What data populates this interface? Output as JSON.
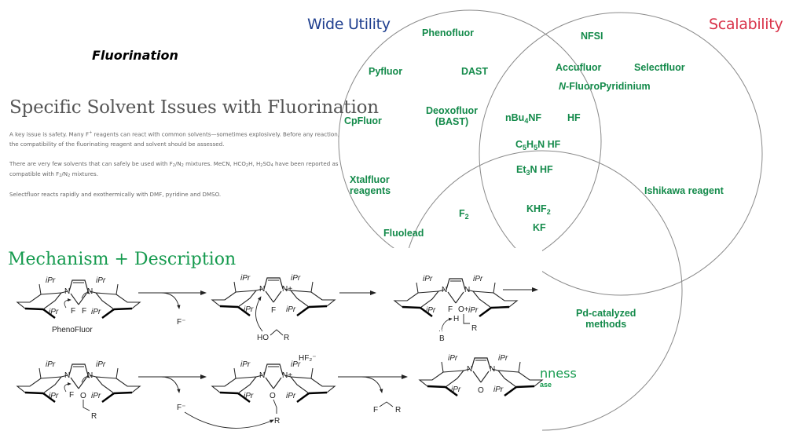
{
  "page": {
    "topic_label": "Fluorination",
    "section_title": "Specific Solvent Issues with Fluorination",
    "paragraphs": [
      {
        "parts": [
          "A key issue is safety. Many F",
          "+",
          " reagents can react with common solvents—sometimes explosively. Before any reaction, the compatibility of the fluorinating reagent and solvent should be assessed."
        ]
      },
      {
        "parts": [
          "There are very few solvents that can safely be used with F",
          "2",
          "/N",
          "2",
          " mixtures. MeCN, HCO",
          "2",
          "H, H",
          "2",
          "SO",
          "4",
          " have been reported as compatible with F",
          "2",
          "/N",
          "2",
          " mixtures."
        ]
      },
      {
        "text": "Selectfluor reacts rapidly and exothermically with DMF, pyridine and DMSO."
      }
    ],
    "mechanism_title": "Mechanism + Description",
    "partial_heading": "nness",
    "partial_subheading": "ase"
  },
  "venn": {
    "sets": [
      {
        "name": "Wide Utility",
        "color": "#1f3f8f"
      },
      {
        "name": "Scalability",
        "color": "#d9334a"
      }
    ],
    "reagent_color": "#138a4a",
    "reagents": {
      "phenofluor": "Phenofluor",
      "pyfluor": "Pyfluor",
      "dast": "DAST",
      "cpfluor": "CpFluor",
      "deoxofluor_1": "Deoxofluor",
      "deoxofluor_2": "(BAST)",
      "xtalfluor_1": "Xtalfluor",
      "xtalfluor_2": "reagents",
      "fluolead": "Fluolead",
      "f2_main": "F",
      "f2_sub": "2",
      "nfsi": "NFSI",
      "accufluor": "Accufluor",
      "selectfluor": "Selectfluor",
      "nfluoro_italic": "N",
      "nfluoro_rest": "-FluoroPyridinium",
      "nbu4nf_a": "nBu",
      "nbu4nf_sub": "4",
      "nbu4nf_b": "NF",
      "hf": "HF",
      "c5h5n_a": "C",
      "c5h5n_sub1": "5",
      "c5h5n_b": "H",
      "c5h5n_sub2": "5",
      "c5h5n_c": "N HF",
      "et3n_a": "Et",
      "et3n_sub": "3",
      "et3n_b": "N HF",
      "khf2_a": "KHF",
      "khf2_sub": "2",
      "kf": "KF",
      "ishikawa": "Ishikawa reagent",
      "pd_1": "Pd-catalyzed",
      "pd_2": "methods"
    }
  },
  "mechanism": {
    "ipr": "iPr",
    "n": "N",
    "n_plus": "N+",
    "f": "F",
    "f_minus": "F⁻",
    "o": "O",
    "o_plus": "O+",
    "r": "R",
    "h": "H",
    "ho": "HO",
    "b": "B",
    "hf2_minus": "HF₂⁻",
    "phenofluor_caption": "PhenoFluor"
  }
}
